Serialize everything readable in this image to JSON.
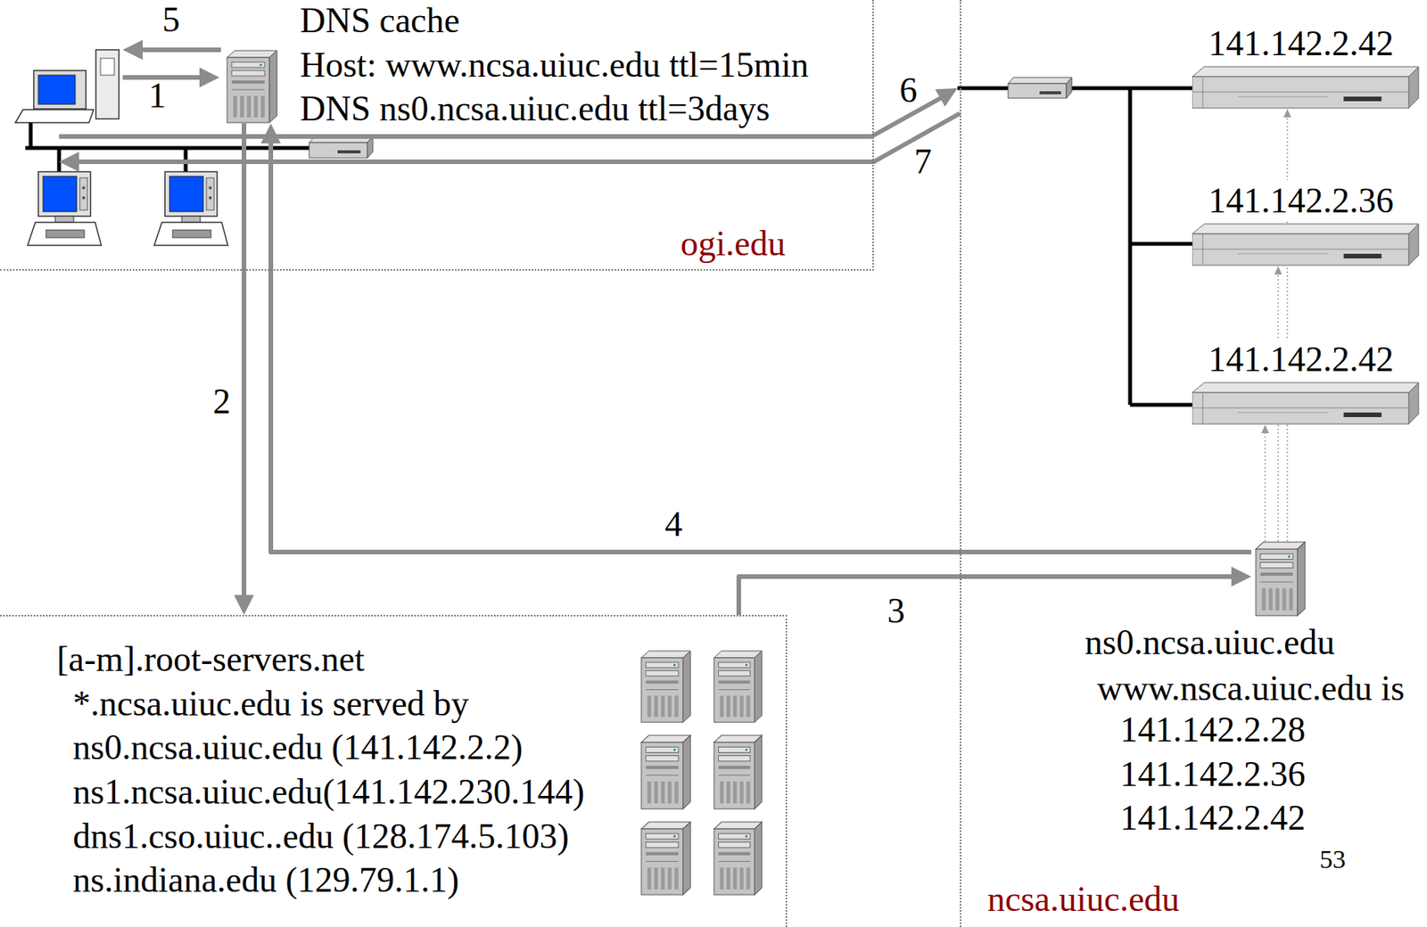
{
  "diagram": {
    "nodes": [
      {
        "text": [
          "ogi.edu"
        ]
      },
      {
        "text": [
          "DNS cache",
          "Host: www.ncsa.uiuc.edu ttl=15min",
          "DNS ns0.ncsa.uiuc.edu ttl=3days"
        ],
        "in": 0
      },
      {
        "text": [
          "ncsa.uiuc.edu"
        ]
      },
      {
        "text": [
          "141.142.2.42"
        ],
        "in": 2
      },
      {
        "text": [
          "141.142.2.36"
        ],
        "in": 2
      },
      {
        "text": [
          "141.142.2.42"
        ],
        "in": 2
      },
      {
        "text": [
          "ns0.ncsa.uiuc.edu",
          "www.nsca.uiuc.edu is",
          "141.142.2.28",
          "141.142.2.36",
          "141.142.2.42"
        ],
        "in": 2
      },
      {
        "text": [
          "[a-m].root-servers.net",
          "*.ncsa.uiuc.edu is served by",
          "ns0.ncsa.uiuc.edu (141.142.2.2)",
          "ns1.ncsa.uiuc.edu(141.142.230.144)",
          "dns1.cso.uiuc..edu (128.174.5.103)",
          "ns.indiana.edu (129.79.1.1)"
        ]
      }
    ],
    "edges": [
      {
        "from": 1,
        "to": 7,
        "arrow": "to",
        "label": "2"
      },
      {
        "from": 7,
        "to": 6,
        "arrow": "to",
        "label": "3"
      },
      {
        "from": 6,
        "to": 1,
        "arrow": "to",
        "label": "4"
      },
      {
        "from": 6,
        "to": 5,
        "arrow": "to"
      },
      {
        "from": 6,
        "to": 4,
        "arrow": "to"
      },
      {
        "from": 6,
        "to": 3,
        "arrow": "to"
      }
    ],
    "labels": [
      "5",
      "1",
      "6",
      "7",
      "53"
    ]
  }
}
